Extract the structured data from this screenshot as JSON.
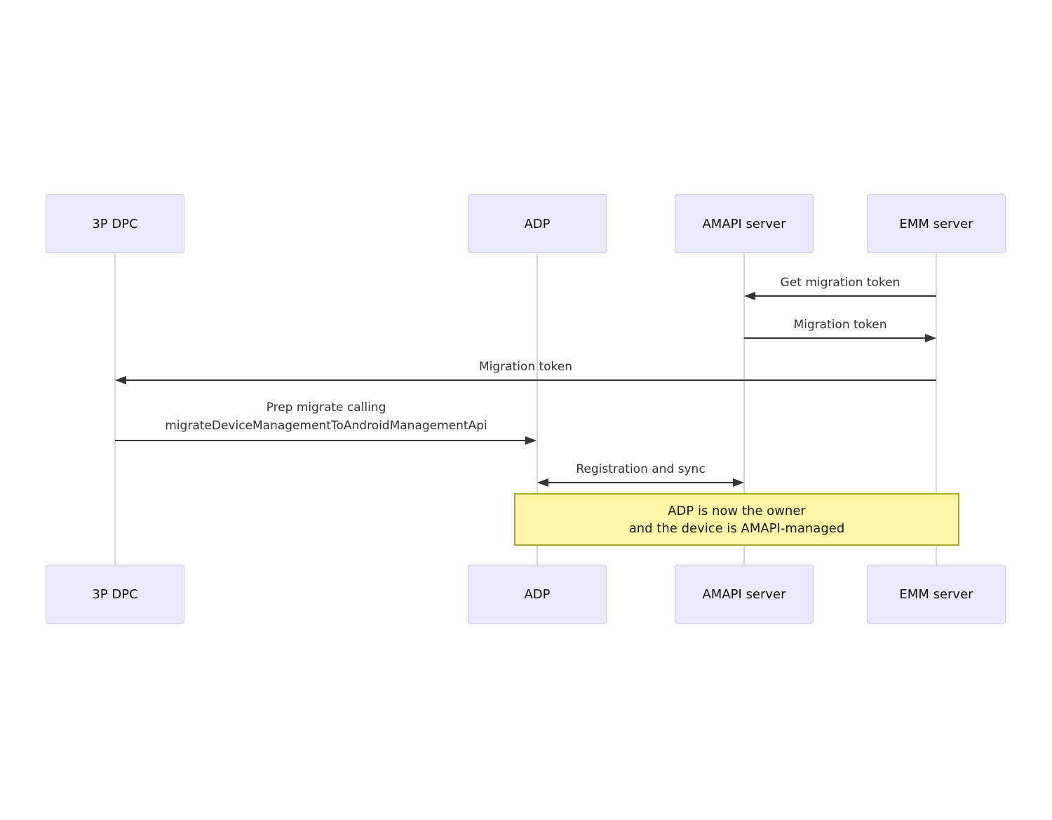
{
  "diagram": {
    "type": "sequence-diagram",
    "actors": [
      {
        "label": "3P DPC"
      },
      {
        "label": "ADP"
      },
      {
        "label": "AMAPI server"
      },
      {
        "label": "EMM server"
      }
    ],
    "messages": [
      {
        "from": "EMM server",
        "to": "AMAPI server",
        "direction": "left",
        "lines": [
          "Get migration token"
        ]
      },
      {
        "from": "AMAPI server",
        "to": "EMM server",
        "direction": "right",
        "lines": [
          "Migration token"
        ]
      },
      {
        "from": "EMM server",
        "to": "3P DPC",
        "direction": "left",
        "lines": [
          "Migration token"
        ]
      },
      {
        "from": "3P DPC",
        "to": "ADP",
        "direction": "right",
        "lines": [
          "Prep migrate calling",
          "migrateDeviceManagementToAndroidManagementApi"
        ]
      },
      {
        "from": "ADP",
        "to": "AMAPI server",
        "direction": "both",
        "lines": [
          "Registration and sync"
        ]
      }
    ],
    "note": {
      "over": [
        "ADP",
        "EMM server"
      ],
      "lines": [
        "ADP is now the owner",
        "and the device is AMAPI-managed"
      ]
    },
    "colors": {
      "actor_fill": "#e9e9fb",
      "actor_border": "#ccc6e8",
      "lifeline": "#d8d0ec",
      "arrow": "#333333",
      "note_fill": "#fdf5a6",
      "note_border": "#aaaa33",
      "message_text": "#333333",
      "actor_text": "#111111",
      "note_text": "#1a1a1a"
    }
  }
}
